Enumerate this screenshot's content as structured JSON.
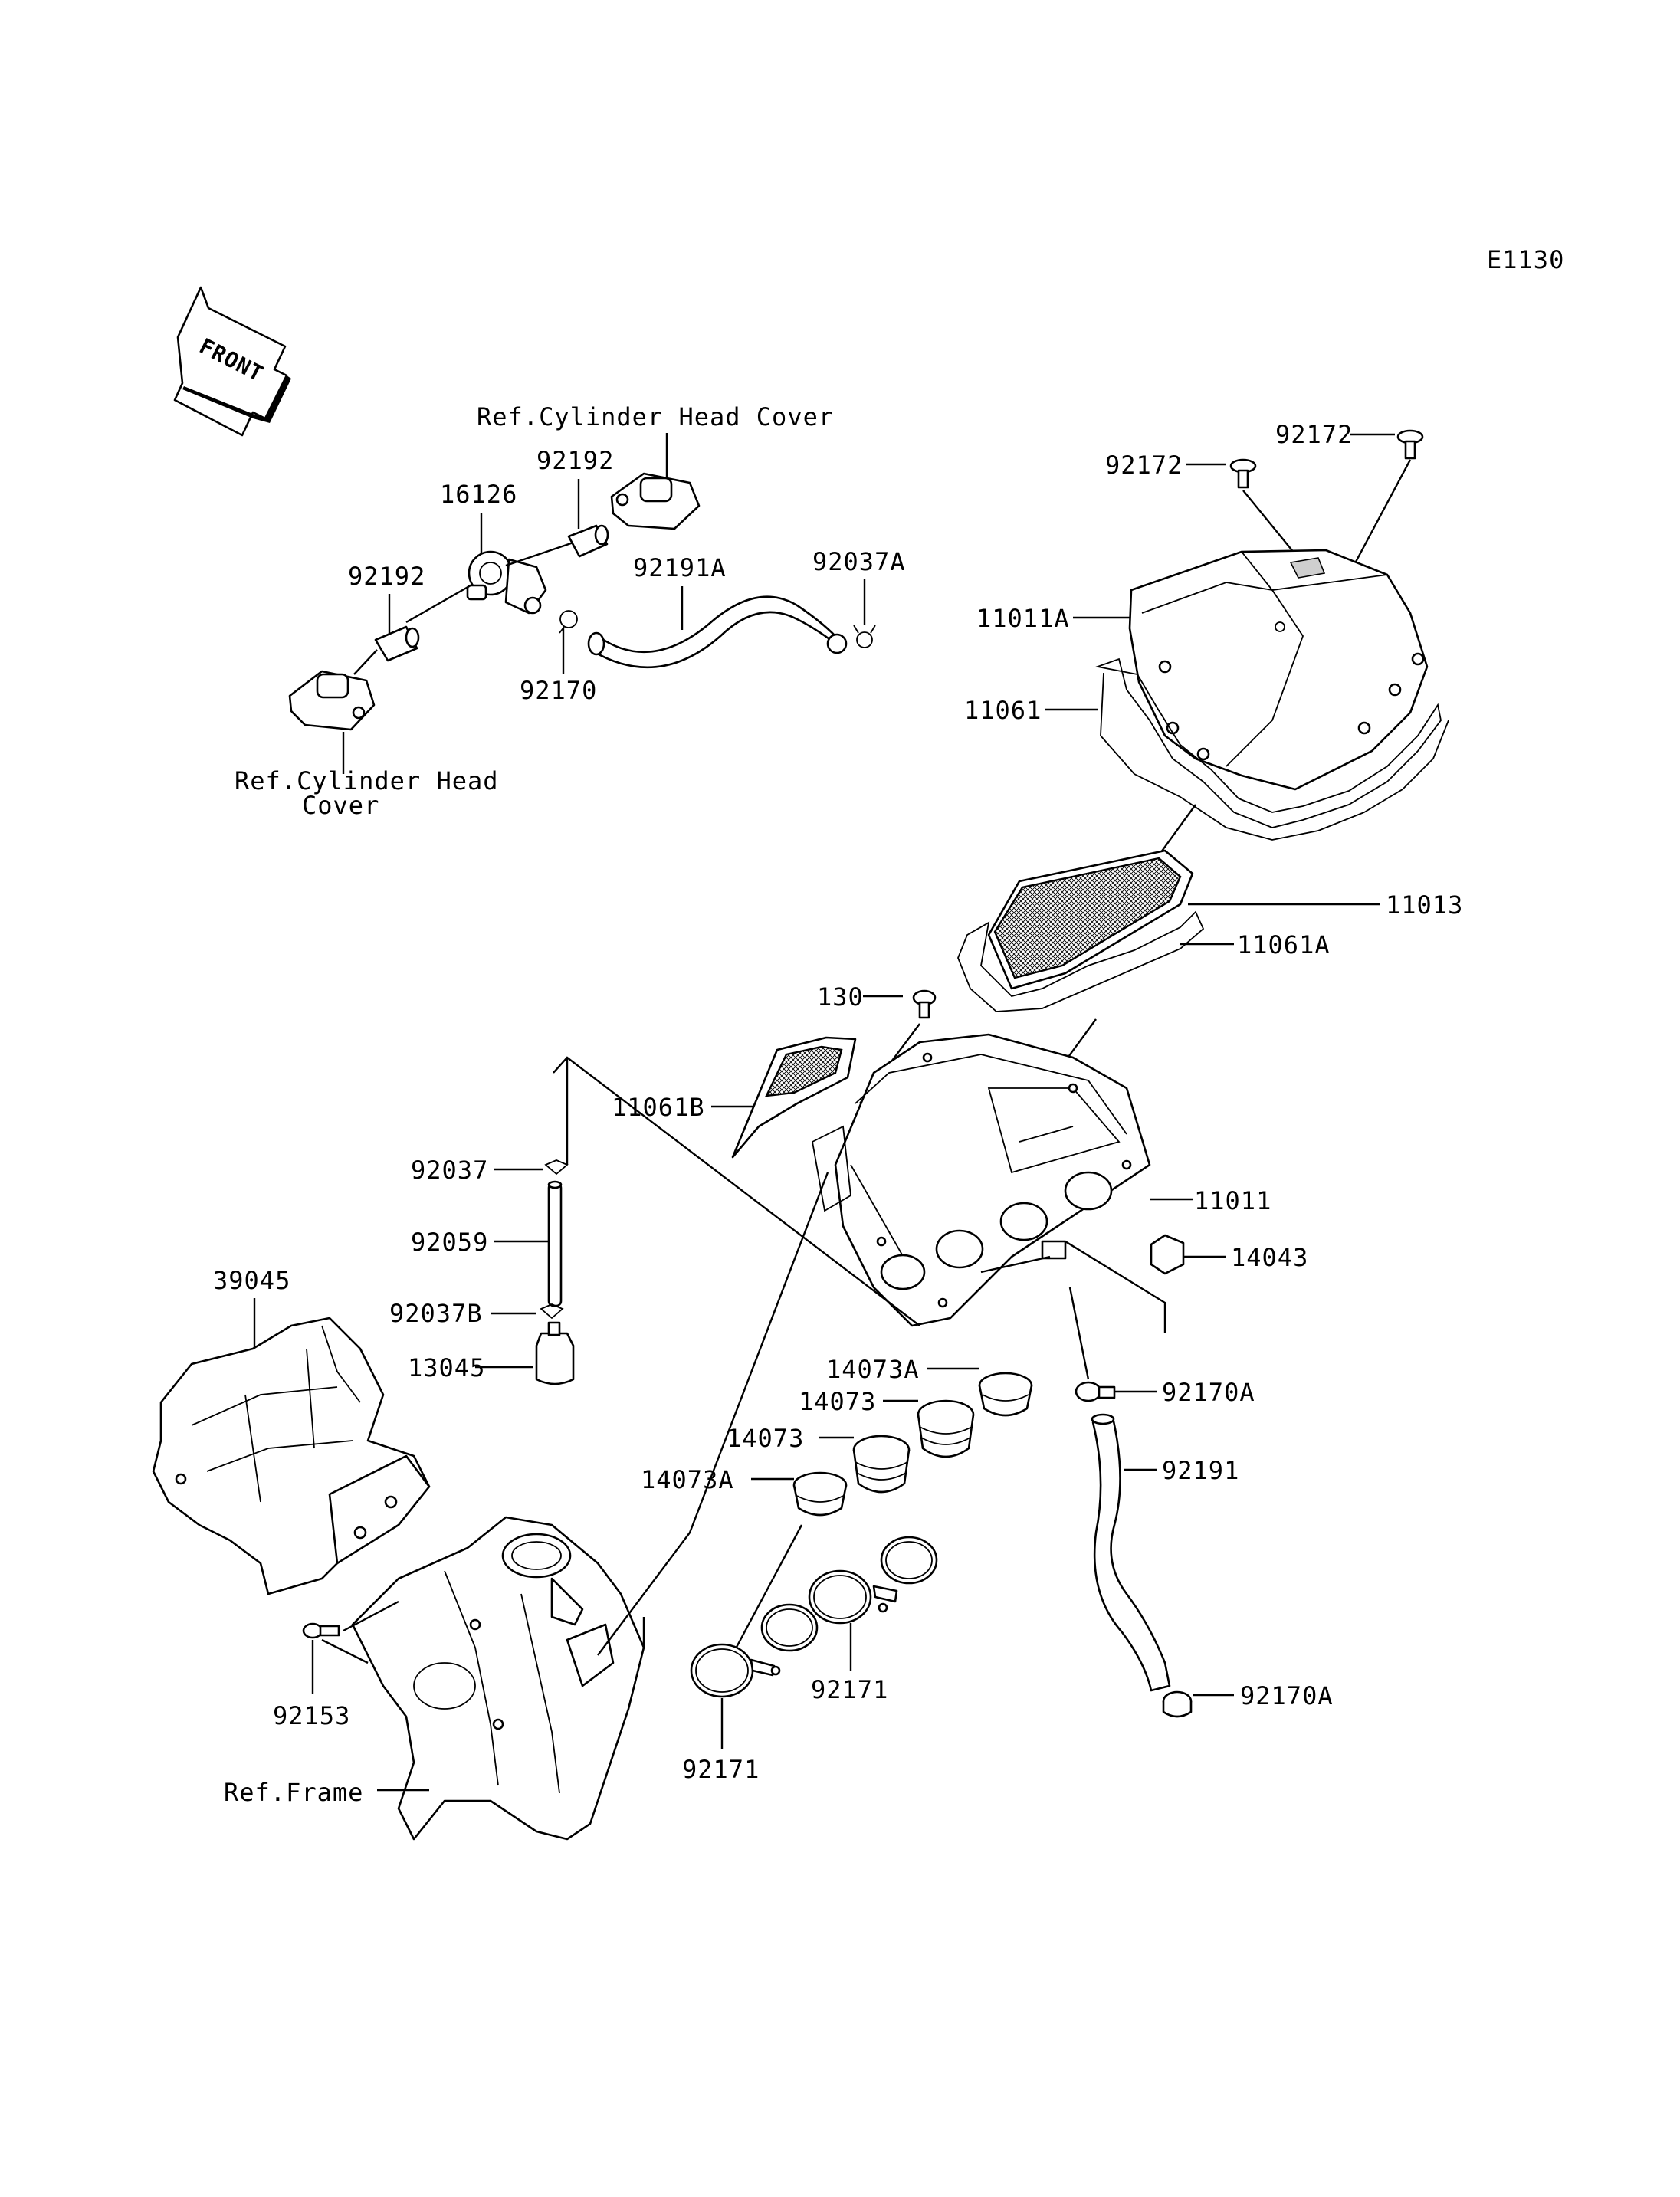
{
  "diagram_code": "E1130",
  "front_marker": "FRONT",
  "labels": {
    "ref_chc_top": "Ref.Cylinder Head Cover",
    "ref_chc_bottom_1": "Ref.Cylinder Head",
    "ref_chc_bottom_2": "Cover",
    "ref_frame": "Ref.Frame",
    "p92192_upper": "92192",
    "p16126": "16126",
    "p92192_lower": "92192",
    "p92191A": "92191A",
    "p92037A": "92037A",
    "p92170": "92170",
    "p92172_left": "92172",
    "p92172_right": "92172",
    "p11011A": "11011A",
    "p11061": "11061",
    "p11013": "11013",
    "p11061A": "11061A",
    "p130": "130",
    "p11061B": "11061B",
    "p11011": "11011",
    "p14043": "14043",
    "p92037": "92037",
    "p92059": "92059",
    "p92037B": "92037B",
    "p13045": "13045",
    "p39045": "39045",
    "p14073A_top": "14073A",
    "p14073_a": "14073",
    "p14073_b": "14073",
    "p14073A_left": "14073A",
    "p92170A_top": "92170A",
    "p92191": "92191",
    "p92170A_bottom": "92170A",
    "p92171_right": "92171",
    "p92171_left": "92171",
    "p92153": "92153"
  }
}
